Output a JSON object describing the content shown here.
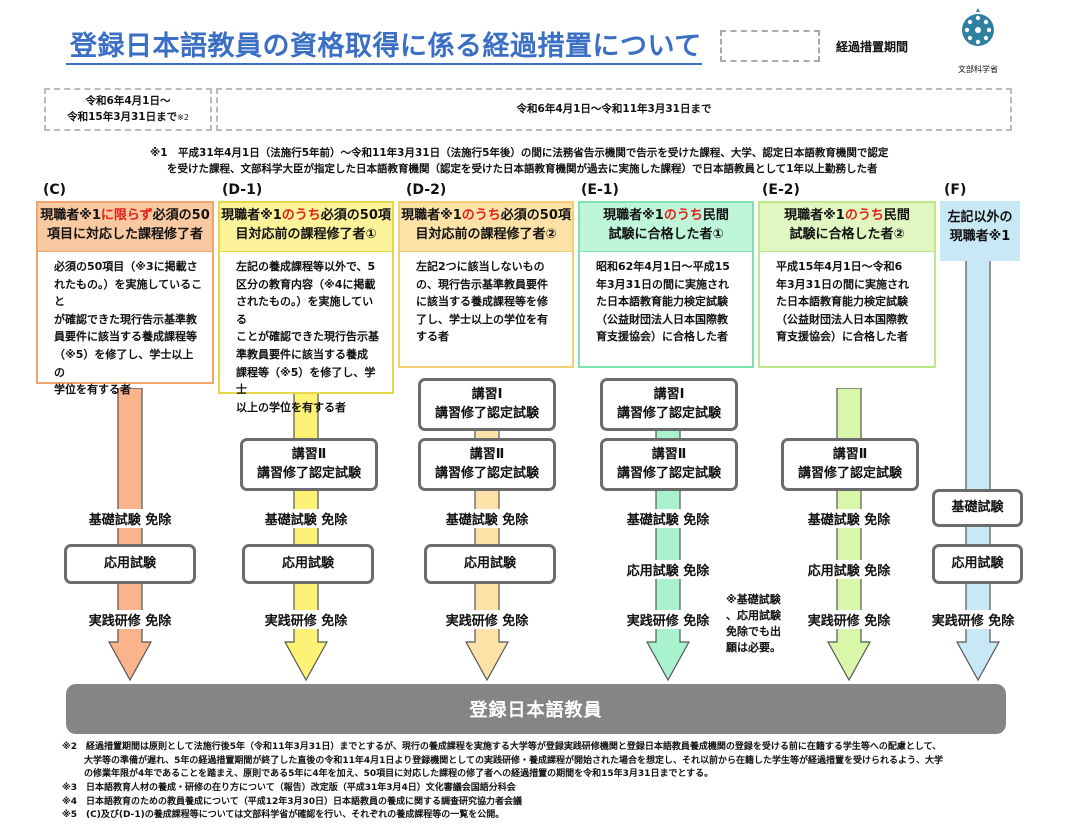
{
  "title": "登録日本語教員の資格取得に係る経過措置について",
  "legend_label": "経過措置期間",
  "logo_text": "文部科学省",
  "period_left": [
    "令和6年4月1日〜",
    "令和15年3月31日まで",
    "※2"
  ],
  "period_right": "令和6年4月1日〜令和11年3月31日まで",
  "note1": [
    "※1　平成31年4月1日（法施行5年前）〜令和11年3月31日（法施行5年後）の間に法務省告示機関で告示を受けた課程、大学、認定日本語教育機関で認定",
    "を受けた課程、文部科学大臣が指定した日本語教育機関（認定を受けた日本語教育機関が過去に実施した課程）で日本語教員として1年以上勤務した者"
  ],
  "columns": [
    {
      "label": "(C)",
      "header_a": "現職者※1",
      "header_red": "に限らず",
      "header_b": "必須の50",
      "header_line2": "項目に対応した課程修了者",
      "body": [
        "必須の50項目（※3に掲載さ",
        "れたもの。）を実施していること",
        "が確認できた現行告示基準教",
        "員要件に該当する養成課程等",
        "（※5）を修了し、学士以上の",
        "学位を有する者"
      ],
      "hdr_color": "#f9c9a1",
      "border_color": "#f2a46d",
      "arrow_color": "#f9b48b"
    },
    {
      "label": "(D-1)",
      "header_a": "現職者※1",
      "header_red": "のうち",
      "header_b": "必須の50項",
      "header_line2": "目対応前の課程修了者①",
      "body": [
        "左記の養成課程等以外で、5",
        "区分の教育内容（※4に掲載",
        "されたもの。）を実施している",
        "ことが確認できた現行告示基",
        "準教員要件に該当する養成",
        "課程等（※5）を修了し、学士",
        "以上の学位を有する者"
      ],
      "hdr_color": "#fbf29a",
      "border_color": "#e6d84a",
      "arrow_color": "#fdf276"
    },
    {
      "label": "(D-2)",
      "header_a": "現職者※1",
      "header_red": "のうち",
      "header_b": "必須の50項",
      "header_line2": "目対応前の課程修了者②",
      "body": [
        "左記2つに該当しないもの",
        "の、現行告示基準教員要件",
        "に該当する養成課程等を修",
        "了し、学士以上の学位を有",
        "する者"
      ],
      "hdr_color": "#fde2a8",
      "border_color": "#f4cd74",
      "arrow_color": "#fde2a8"
    },
    {
      "label": "(E-1)",
      "header_a": "現職者※1",
      "header_red": "のうち",
      "header_b": "民間",
      "header_line2": "試験に合格した者①",
      "body": [
        "昭和62年4月1日〜平成15",
        "年3月31日の間に実施され",
        "た日本語教育能力検定試験",
        "（公益財団法人日本国際教",
        "育支援協会）に合格した者"
      ],
      "hdr_color": "#bff5d8",
      "border_color": "#7fe3b0",
      "arrow_color": "#a9f2ce"
    },
    {
      "label": "(E-2)",
      "header_a": "現職者※1",
      "header_red": "のうち",
      "header_b": "民間",
      "header_line2": "試験に合格した者②",
      "body": [
        "平成15年4月1日〜令和6",
        "年3月31日の間に実施され",
        "た日本語教育能力検定試験",
        "（公益財団法人日本国際教",
        "育支援協会）に合格した者"
      ],
      "hdr_color": "#e1f7c2",
      "border_color": "#bfe88c",
      "arrow_color": "#d9f7a9"
    },
    {
      "label": "(F)",
      "header_a": "左記以外の",
      "header_line2": "現職者※1",
      "body": [],
      "hdr_color": "#c9e8f5",
      "border_color": "#c9e8f5",
      "arrow_color": "#c9e8f5"
    }
  ],
  "steps": {
    "koushu1": [
      "講習Ⅰ",
      "講習修了認定試験"
    ],
    "koushu2": [
      "講習Ⅱ",
      "講習修了認定試験"
    ],
    "kiso_exempt": "基礎試験 免除",
    "kiso": "基礎試験",
    "ouyou": "応用試験",
    "ouyou_exempt": "応用試験 免除",
    "jissen_exempt": "実践研修 免除"
  },
  "side_note": [
    "※基礎試験",
    "、応用試験",
    "免除でも出",
    "願は必要。"
  ],
  "final_label": "登録日本語教員",
  "footnotes": [
    "※2　経過措置期間は原則として法施行後5年（令和11年3月31日）までとするが、現行の養成課程を実施する大学等が登録実践研修機関と登録日本語教員養成機関の登録を受ける前に在籍する学生等への配慮として、",
    "大学等の準備が遅れ、5年の経過措置期間が終了した直後の令和11年4月1日より登録機関としての実践研修・養成課程が開始された場合を想定し、それ以前から在籍した学生等が経過措置を受けられるよう、大学",
    "の修業年限が4年であることを踏まえ、原則である5年に4年を加え、50項目に対応した課程の修了者への経過措置の期間を令和15年3月31日までとする。",
    "※3　日本語教育人材の養成・研修の在り方について（報告）改定版（平成31年3月4日）文化審議会国語分科会",
    "※4　日本語教育のための教員養成について（平成12年3月30日）日本語教員の養成に関する調査研究協力者会議",
    "※5　(C)及び(D-1)の養成課程等については文部科学省が確認を行い、それぞれの養成課程等の一覧を公開。"
  ]
}
